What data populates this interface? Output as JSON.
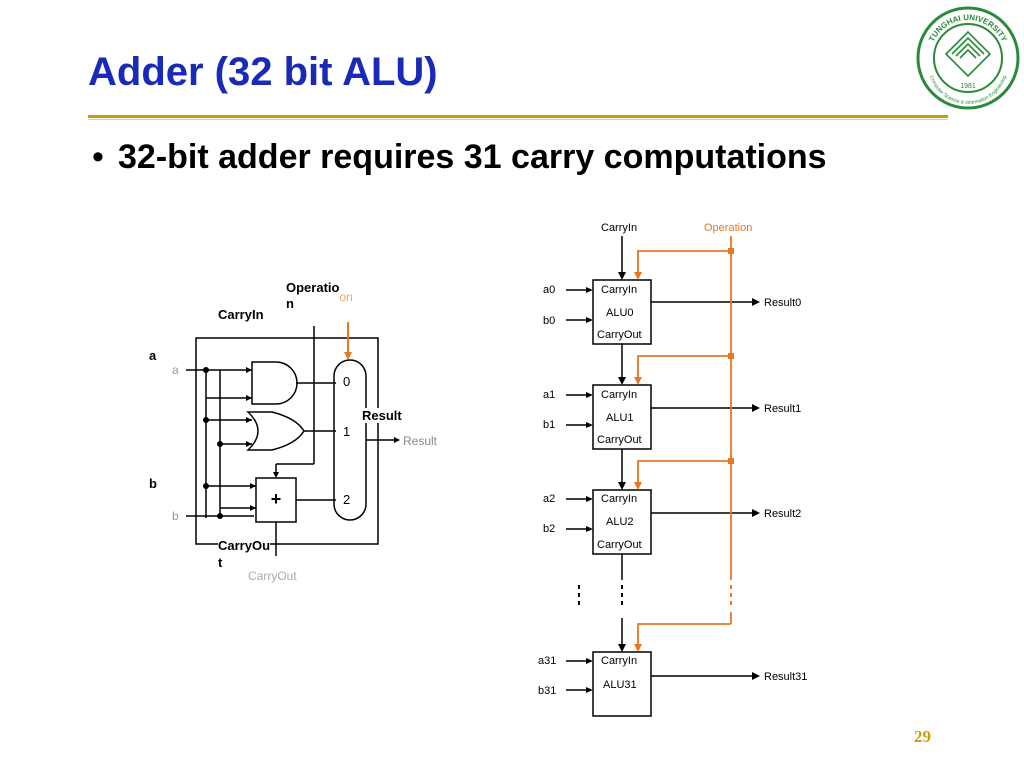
{
  "slide": {
    "title": "Adder (32 bit ALU)",
    "bullet": "32-bit adder requires 31 carry computations",
    "bullet_marker": "•",
    "page_number": "29"
  },
  "logo": {
    "ring_text": "TUNGHAI UNIVERSITY",
    "ring_subtext": "Computer Science & Information Engineering",
    "year": "1981",
    "colors": {
      "ring": "#2a8a3a",
      "fill": "#ffffff"
    }
  },
  "alu_bit": {
    "labels": {
      "operation": "Operatio\nn",
      "carry_in": "CarryIn",
      "a": "a",
      "b": "b",
      "result": "Result",
      "carry_out": "CarryOu\nt"
    },
    "faint_labels": {
      "operation": "Operation",
      "a": "a",
      "b": "b",
      "result": "Result",
      "carry_out": "CarryOut"
    },
    "mux_inputs": [
      "0",
      "1",
      "2"
    ],
    "adder_symbol": "+"
  },
  "ripple_alu": {
    "carry_in": "CarryIn",
    "operation": "Operation",
    "stages": [
      {
        "name": "ALU0",
        "a": "a0",
        "b": "b0",
        "result": "Result0",
        "cin": "CarryIn",
        "cout": "CarryOut"
      },
      {
        "name": "ALU1",
        "a": "a1",
        "b": "b1",
        "result": "Result1",
        "cin": "CarryIn",
        "cout": "CarryOut"
      },
      {
        "name": "ALU2",
        "a": "a2",
        "b": "b2",
        "result": "Result2",
        "cin": "CarryIn",
        "cout": "CarryOut"
      },
      {
        "name": "ALU31",
        "a": "a31",
        "b": "b31",
        "result": "Result31",
        "cin": "CarryIn",
        "cout": ""
      }
    ],
    "colors": {
      "operation": "#e87722",
      "wire": "#000000"
    }
  }
}
